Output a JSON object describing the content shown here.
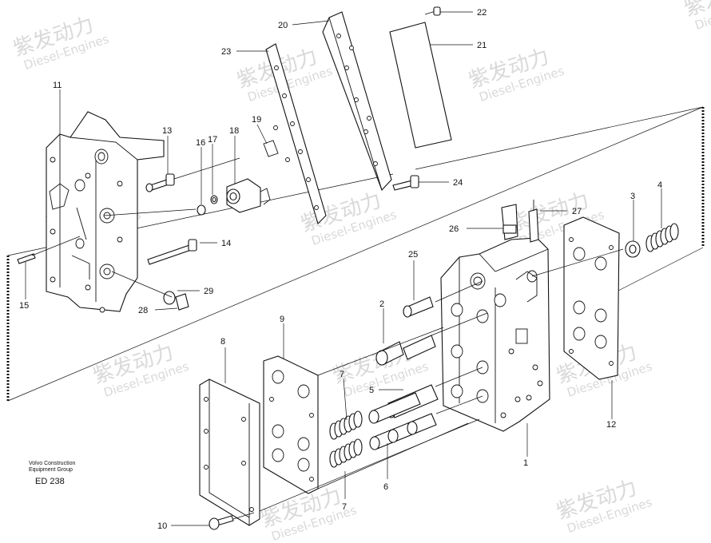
{
  "watermark": {
    "brand_cn": "紫发动力",
    "brand_en": "Diesel-Engines"
  },
  "credit": {
    "line1": "Volvo Construction",
    "line2": "Equipment Group",
    "code": "ED 238"
  },
  "callouts": [
    {
      "id": "1",
      "text": "1"
    },
    {
      "id": "2",
      "text": "2"
    },
    {
      "id": "3",
      "text": "3"
    },
    {
      "id": "4",
      "text": "4"
    },
    {
      "id": "5",
      "text": "5"
    },
    {
      "id": "6",
      "text": "6"
    },
    {
      "id": "7a",
      "text": "7"
    },
    {
      "id": "7b",
      "text": "7"
    },
    {
      "id": "8",
      "text": "8"
    },
    {
      "id": "9",
      "text": "9"
    },
    {
      "id": "10",
      "text": "10"
    },
    {
      "id": "11",
      "text": "11"
    },
    {
      "id": "12",
      "text": "12"
    },
    {
      "id": "13",
      "text": "13"
    },
    {
      "id": "14",
      "text": "14"
    },
    {
      "id": "15",
      "text": "15"
    },
    {
      "id": "16",
      "text": "16"
    },
    {
      "id": "17",
      "text": "17"
    },
    {
      "id": "18",
      "text": "18"
    },
    {
      "id": "19",
      "text": "19"
    },
    {
      "id": "20",
      "text": "20"
    },
    {
      "id": "21",
      "text": "21"
    },
    {
      "id": "22",
      "text": "22"
    },
    {
      "id": "23",
      "text": "23"
    },
    {
      "id": "24",
      "text": "24"
    },
    {
      "id": "25",
      "text": "25"
    },
    {
      "id": "26",
      "text": "26"
    },
    {
      "id": "27",
      "text": "27"
    },
    {
      "id": "28",
      "text": "28"
    },
    {
      "id": "29",
      "text": "29"
    }
  ]
}
